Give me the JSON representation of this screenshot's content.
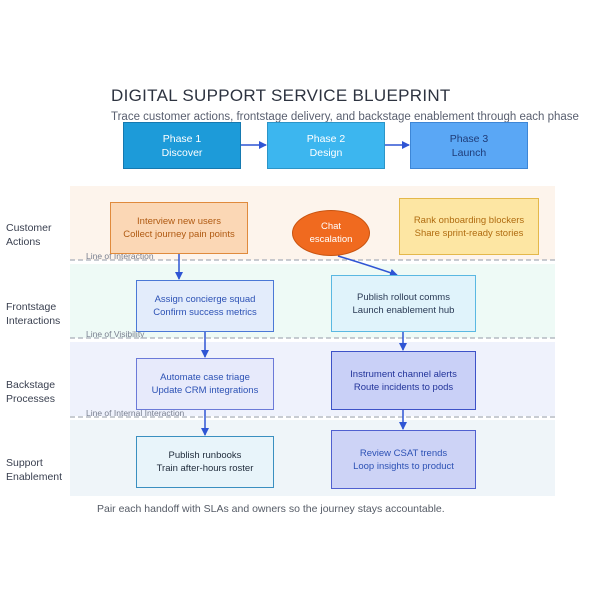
{
  "title": "DIGITAL SUPPORT SERVICE BLUEPRINT",
  "subtitle": "Trace customer actions, frontstage delivery, and backstage enablement through each phase",
  "phases": [
    {
      "name": "Phase 1",
      "label": "Discover",
      "color": "#1d9bd9"
    },
    {
      "name": "Phase 2",
      "label": "Design",
      "color": "#3cb6ef"
    },
    {
      "name": "Phase 3",
      "label": "Launch",
      "color": "#5aa7f5"
    }
  ],
  "lanes": [
    {
      "label_line1": "Customer",
      "label_line2": "Actions",
      "bg": "#fdf4ec"
    },
    {
      "label_line1": "Frontstage",
      "label_line2": "Interactions",
      "bg": "#eefaf6"
    },
    {
      "label_line1": "Backstage",
      "label_line2": "Processes",
      "bg": "#eff2fc"
    },
    {
      "label_line1": "Support",
      "label_line2": "Enablement",
      "bg": "#eff5f9"
    }
  ],
  "lines": {
    "interaction": "Line of Interaction",
    "visibility": "Line of Visibility",
    "internal": "Line of Internal Interaction"
  },
  "cards": {
    "interview": {
      "line1": "Interview new users",
      "line2": "Collect journey pain points"
    },
    "chat": {
      "line1": "Chat",
      "line2": "escalation"
    },
    "rank": {
      "line1": "Rank onboarding blockers",
      "line2": "Share sprint-ready stories"
    },
    "concierge": {
      "line1": "Assign concierge squad",
      "line2": "Confirm success metrics"
    },
    "rollout": {
      "line1": "Publish rollout comms",
      "line2": "Launch enablement hub"
    },
    "triage": {
      "line1": "Automate case triage",
      "line2": "Update CRM integrations"
    },
    "alerts": {
      "line1": "Instrument channel alerts",
      "line2": "Route incidents to pods"
    },
    "runbooks": {
      "line1": "Publish runbooks",
      "line2": "Train after-hours roster"
    },
    "csat": {
      "line1": "Review CSAT trends",
      "line2": "Loop insights to product"
    }
  },
  "footer": "Pair each handoff with SLAs and owners so the journey stays accountable.",
  "colors": {
    "arrow": "#2f55d4",
    "divider": "#a8adb8",
    "orange_card": "#fbd7b5",
    "orange_border": "#e08a3c",
    "orange_text": "#b05a12",
    "yellow_card": "#fde6a3",
    "yellow_border": "#e4b84a",
    "oval": "#f06a1f"
  }
}
